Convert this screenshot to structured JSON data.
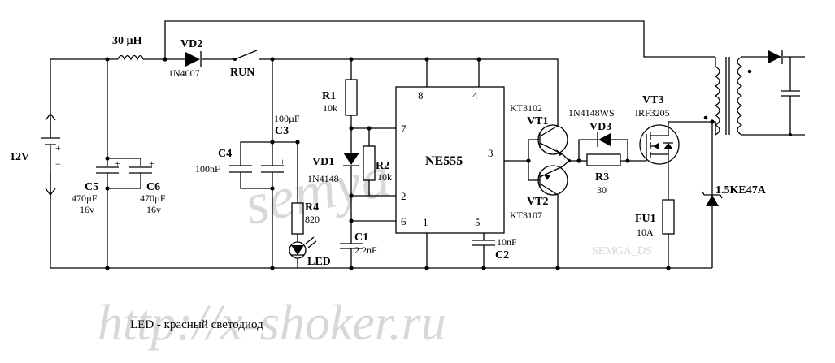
{
  "source": {
    "label": "12V",
    "plus": "+",
    "minus": "−"
  },
  "inductor": {
    "label": "30 µH"
  },
  "vd2": {
    "name": "VD2",
    "part": "1N4007"
  },
  "switch": {
    "label": "RUN"
  },
  "c5": {
    "name": "C5",
    "value": "470µF",
    "voltage": "16v",
    "plus": "+"
  },
  "c6": {
    "name": "C6",
    "value": "470µF",
    "voltage": "16v",
    "plus": "+"
  },
  "c4": {
    "name": "C4",
    "value": "100nF"
  },
  "c3": {
    "name": "C3",
    "value": "100µF",
    "plus": "+"
  },
  "r4": {
    "name": "R4",
    "value": "820"
  },
  "led": {
    "name": "LED"
  },
  "r1": {
    "name": "R1",
    "value": "10k"
  },
  "vd1": {
    "name": "VD1",
    "part": "1N4148"
  },
  "r2": {
    "name": "R2",
    "value": "10k"
  },
  "c1": {
    "name": "C1",
    "value": "2.2nF"
  },
  "ic": {
    "name": "NE555",
    "pins": {
      "p8": "8",
      "p4": "4",
      "p7": "7",
      "p3": "3",
      "p2": "2",
      "p6": "6",
      "p1": "1",
      "p5": "5"
    }
  },
  "c2": {
    "name": "C2",
    "value": "10nF"
  },
  "vt1": {
    "name": "VT1",
    "part": "KT3102"
  },
  "vt2": {
    "name": "VT2",
    "part": "KT3107"
  },
  "vd3": {
    "name": "VD3",
    "part": "1N4148WS"
  },
  "r3": {
    "name": "R3",
    "value": "30"
  },
  "vt3": {
    "name": "VT3",
    "part": "IRF3205"
  },
  "fu1": {
    "name": "FU1",
    "value": "10A"
  },
  "tvs": {
    "part": "1.5KE47A"
  },
  "note": "LED - красный светодиод",
  "watermarks": {
    "main": "http://x-shoker.ru",
    "semya": "semya",
    "semga": "SEMGA_DS"
  }
}
